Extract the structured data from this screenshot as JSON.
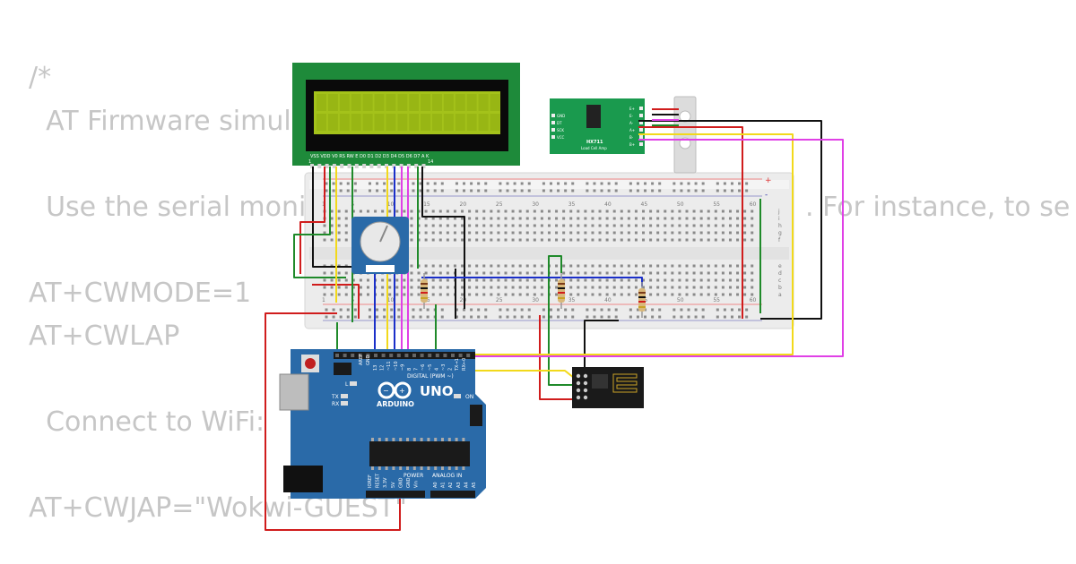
{
  "code_comment": {
    "lines": [
      "/*",
      "  AT Firmware simul",
      "  Use the serial moni",
      ". For instance, to se",
      "AT+CWMODE=1",
      "AT+CWLAP",
      "  Connect to WiFi:",
      "AT+CWJAP=\"Wokwi-GUEST\""
    ]
  },
  "lcd": {
    "pin_labels": "VSS VDD V0 RS RW E D0 D1 D2 D3 D4 D5 D6 D7 A K",
    "pin_first": "1",
    "pin_last": "14"
  },
  "hx711": {
    "title": "HX711",
    "subtitle": "Load Cell Amp",
    "left_pins": [
      "GND",
      "DT",
      "SCK",
      "VCC"
    ],
    "right_pins": [
      "E+",
      "E-",
      "A-",
      "A+",
      "B-",
      "B+"
    ]
  },
  "breadboard": {
    "column_numbers": [
      "1",
      "5",
      "10",
      "15",
      "20",
      "25",
      "30",
      "35",
      "40",
      "45",
      "50",
      "55",
      "60"
    ],
    "row_letters_top": [
      "j",
      "i",
      "h",
      "g",
      "f"
    ],
    "row_letters_bottom": [
      "e",
      "d",
      "c",
      "b",
      "a"
    ],
    "rail_plus": "+",
    "rail_minus": "-"
  },
  "arduino": {
    "brand": "ARDUINO",
    "model": "UNO",
    "digital_label": "DIGITAL (PWM ~)",
    "power_label": "POWER",
    "analog_label": "ANALOG IN",
    "on_label": "ON",
    "l_label": "L",
    "tx_label": "TX",
    "rx_label": "RX",
    "aref_label": "AREF",
    "gnd_label": "GND",
    "digital_pins": [
      "13",
      "12",
      "~11",
      "~10",
      "~9",
      "8",
      "7",
      "~6",
      "~5",
      "4",
      "~3",
      "2",
      "TX→1",
      "RX←0"
    ],
    "power_pins": [
      "IOREF",
      "RESET",
      "3.3V",
      "5V",
      "GND",
      "GND",
      "Vin"
    ],
    "analog_pins": [
      "A0",
      "A1",
      "A2",
      "A3",
      "A4",
      "A5"
    ]
  },
  "colors": {
    "wire_red": "#d01c1c",
    "wire_black": "#111111",
    "wire_green": "#1f8a2a",
    "wire_yellow": "#f2d91b",
    "wire_blue": "#1b2fc9",
    "wire_magenta": "#e040e6",
    "arduino_blue": "#2a6aa8",
    "lcd_green": "#1e8a3a",
    "lcd_screen": "#a4c21a",
    "hx711_green": "#1a9a4e",
    "esp_black": "#1a1a1a"
  }
}
